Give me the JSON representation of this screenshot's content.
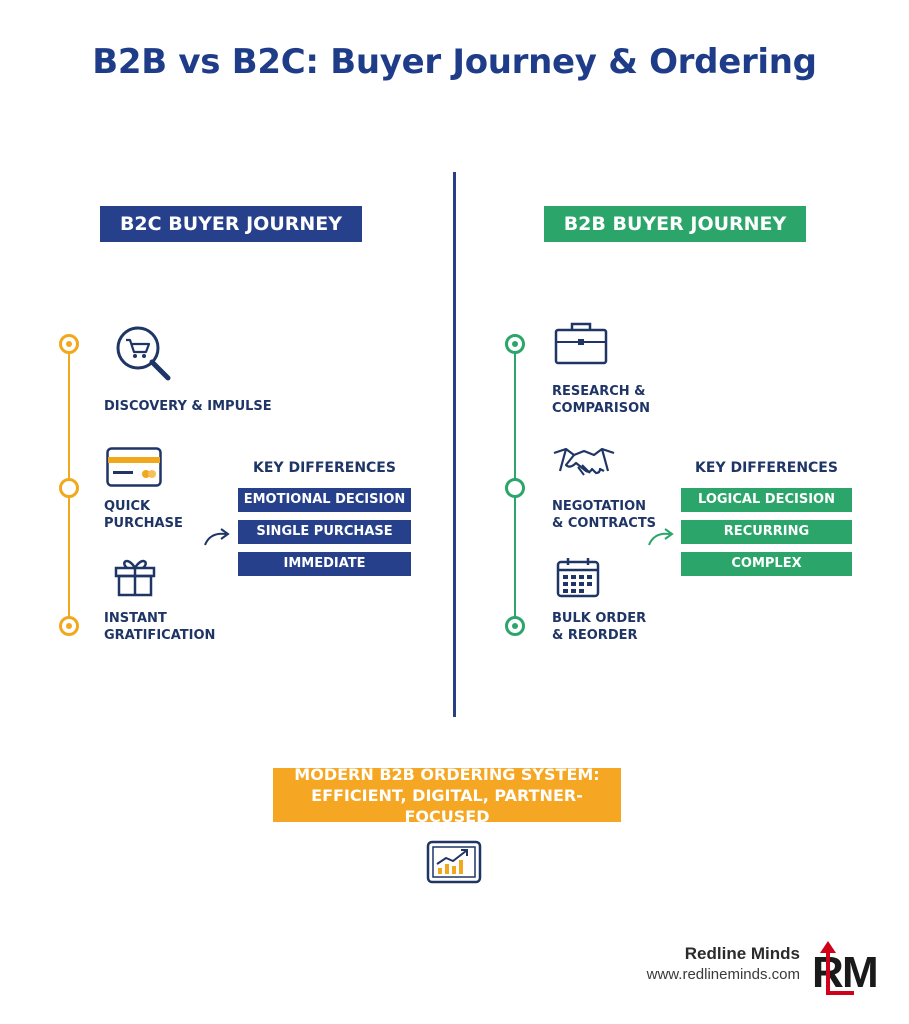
{
  "title": "B2B vs B2C: Buyer Journey & Ordering",
  "b2c": {
    "header": "B2C BUYER JOURNEY",
    "steps": [
      {
        "label": "DISCOVERY & IMPULSE",
        "icon": "magnifier-cart-icon"
      },
      {
        "label_line1": "QUICK",
        "label_line2": "PURCHASE",
        "icon": "credit-card-icon"
      },
      {
        "label_line1": "INSTANT",
        "label_line2": "GRATIFICATION",
        "icon": "gift-icon"
      }
    ],
    "key_differences_title": "KEY DIFFERENCES",
    "key_differences": [
      "EMOTIONAL DECISION",
      "SINGLE PURCHASE",
      "IMMEDIATE FULFILLMENT"
    ],
    "color": "#26408b",
    "timeline_color": "#f2a81d"
  },
  "b2b": {
    "header": "B2B BUYER JOURNEY",
    "steps": [
      {
        "label_line1": "RESEARCH &",
        "label_line2": "COMPARISON",
        "icon": "briefcase-icon"
      },
      {
        "label_line1": "NEGOTATION",
        "label_line2": "& CONTRACTS",
        "icon": "handshake-icon"
      },
      {
        "label_line1": "BULK ORDER",
        "label_line2": "& REORDER",
        "icon": "calendar-icon"
      }
    ],
    "key_differences_title": "KEY DIFFERENCES",
    "key_differences": [
      "LOGICAL DECISION",
      "RECURRING PURCHASES",
      "COMPLEX FULFILLMENT"
    ],
    "color": "#2ca56a"
  },
  "banner": {
    "line1": "MODERN B2B ORDERING SYSTEM:",
    "line2": "EFFICIENT, DIGITAL, PARTNER-FOCUSED",
    "icon": "growth-chart-tablet-icon",
    "color": "#f5a623"
  },
  "brand": {
    "name": "Redline Minds",
    "url": "www.redlineminds.com",
    "logo": "redline-minds-logo"
  }
}
